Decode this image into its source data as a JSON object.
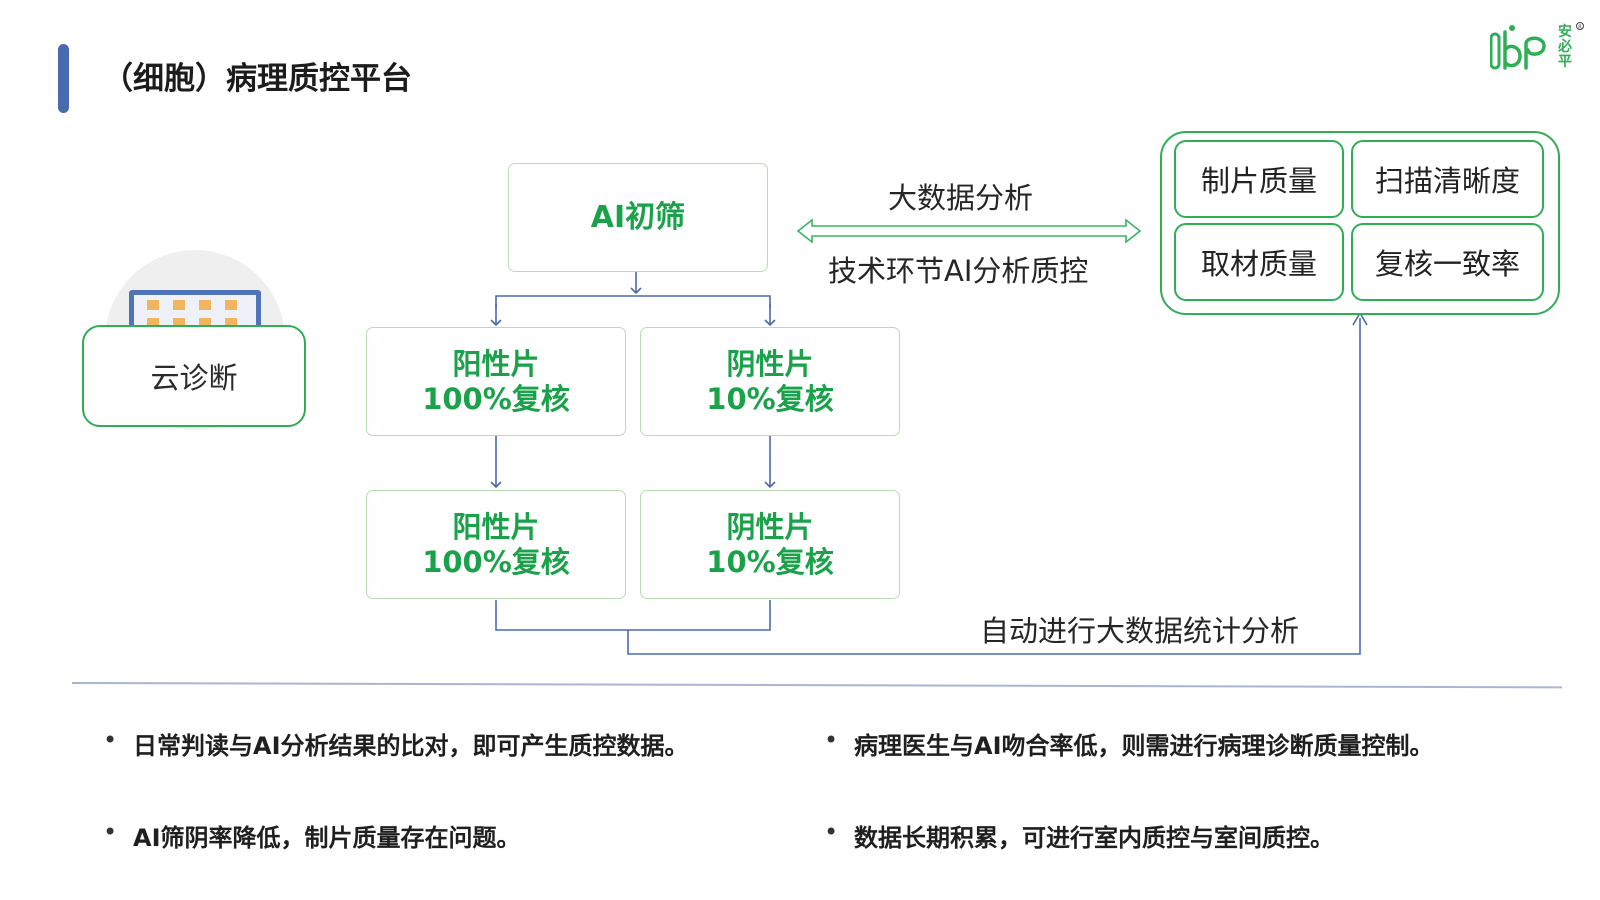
{
  "header": {
    "title": "（细胞）病理质控平台",
    "logo_text": "安必平"
  },
  "cloud": {
    "label": "云诊断"
  },
  "flow": {
    "ai_screen": "AI初筛",
    "positive_top": "阳性片\n100%复核",
    "negative_top": "阴性片\n10%复核",
    "positive_bottom": "阳性片\n100%复核",
    "negative_bottom": "阴性片\n10%复核"
  },
  "links": {
    "big_data_label": "大数据分析",
    "tech_label": "技术环节AI分析质控",
    "auto_label": "自动进行大数据统计分析"
  },
  "qc_metrics": {
    "items": [
      "制片质量",
      "扫描清晰度",
      "取材质量",
      "复核一致率"
    ]
  },
  "bullets": [
    "日常判读与AI分析结果的比对，即可产生质控数据。",
    "AI筛阴率降低，制片质量存在问题。",
    "病理医生与AI吻合率低，则需进行病理诊断质量控制。",
    "数据长期积累，可进行室内质控与室间质控。"
  ],
  "colors": {
    "accent_bar": "#4a6aaf",
    "flow_green": "#1aa24a",
    "flow_border": "#b9dcb4",
    "connector_blue": "#4a6aaf",
    "double_arrow_green": "#3ab362"
  }
}
